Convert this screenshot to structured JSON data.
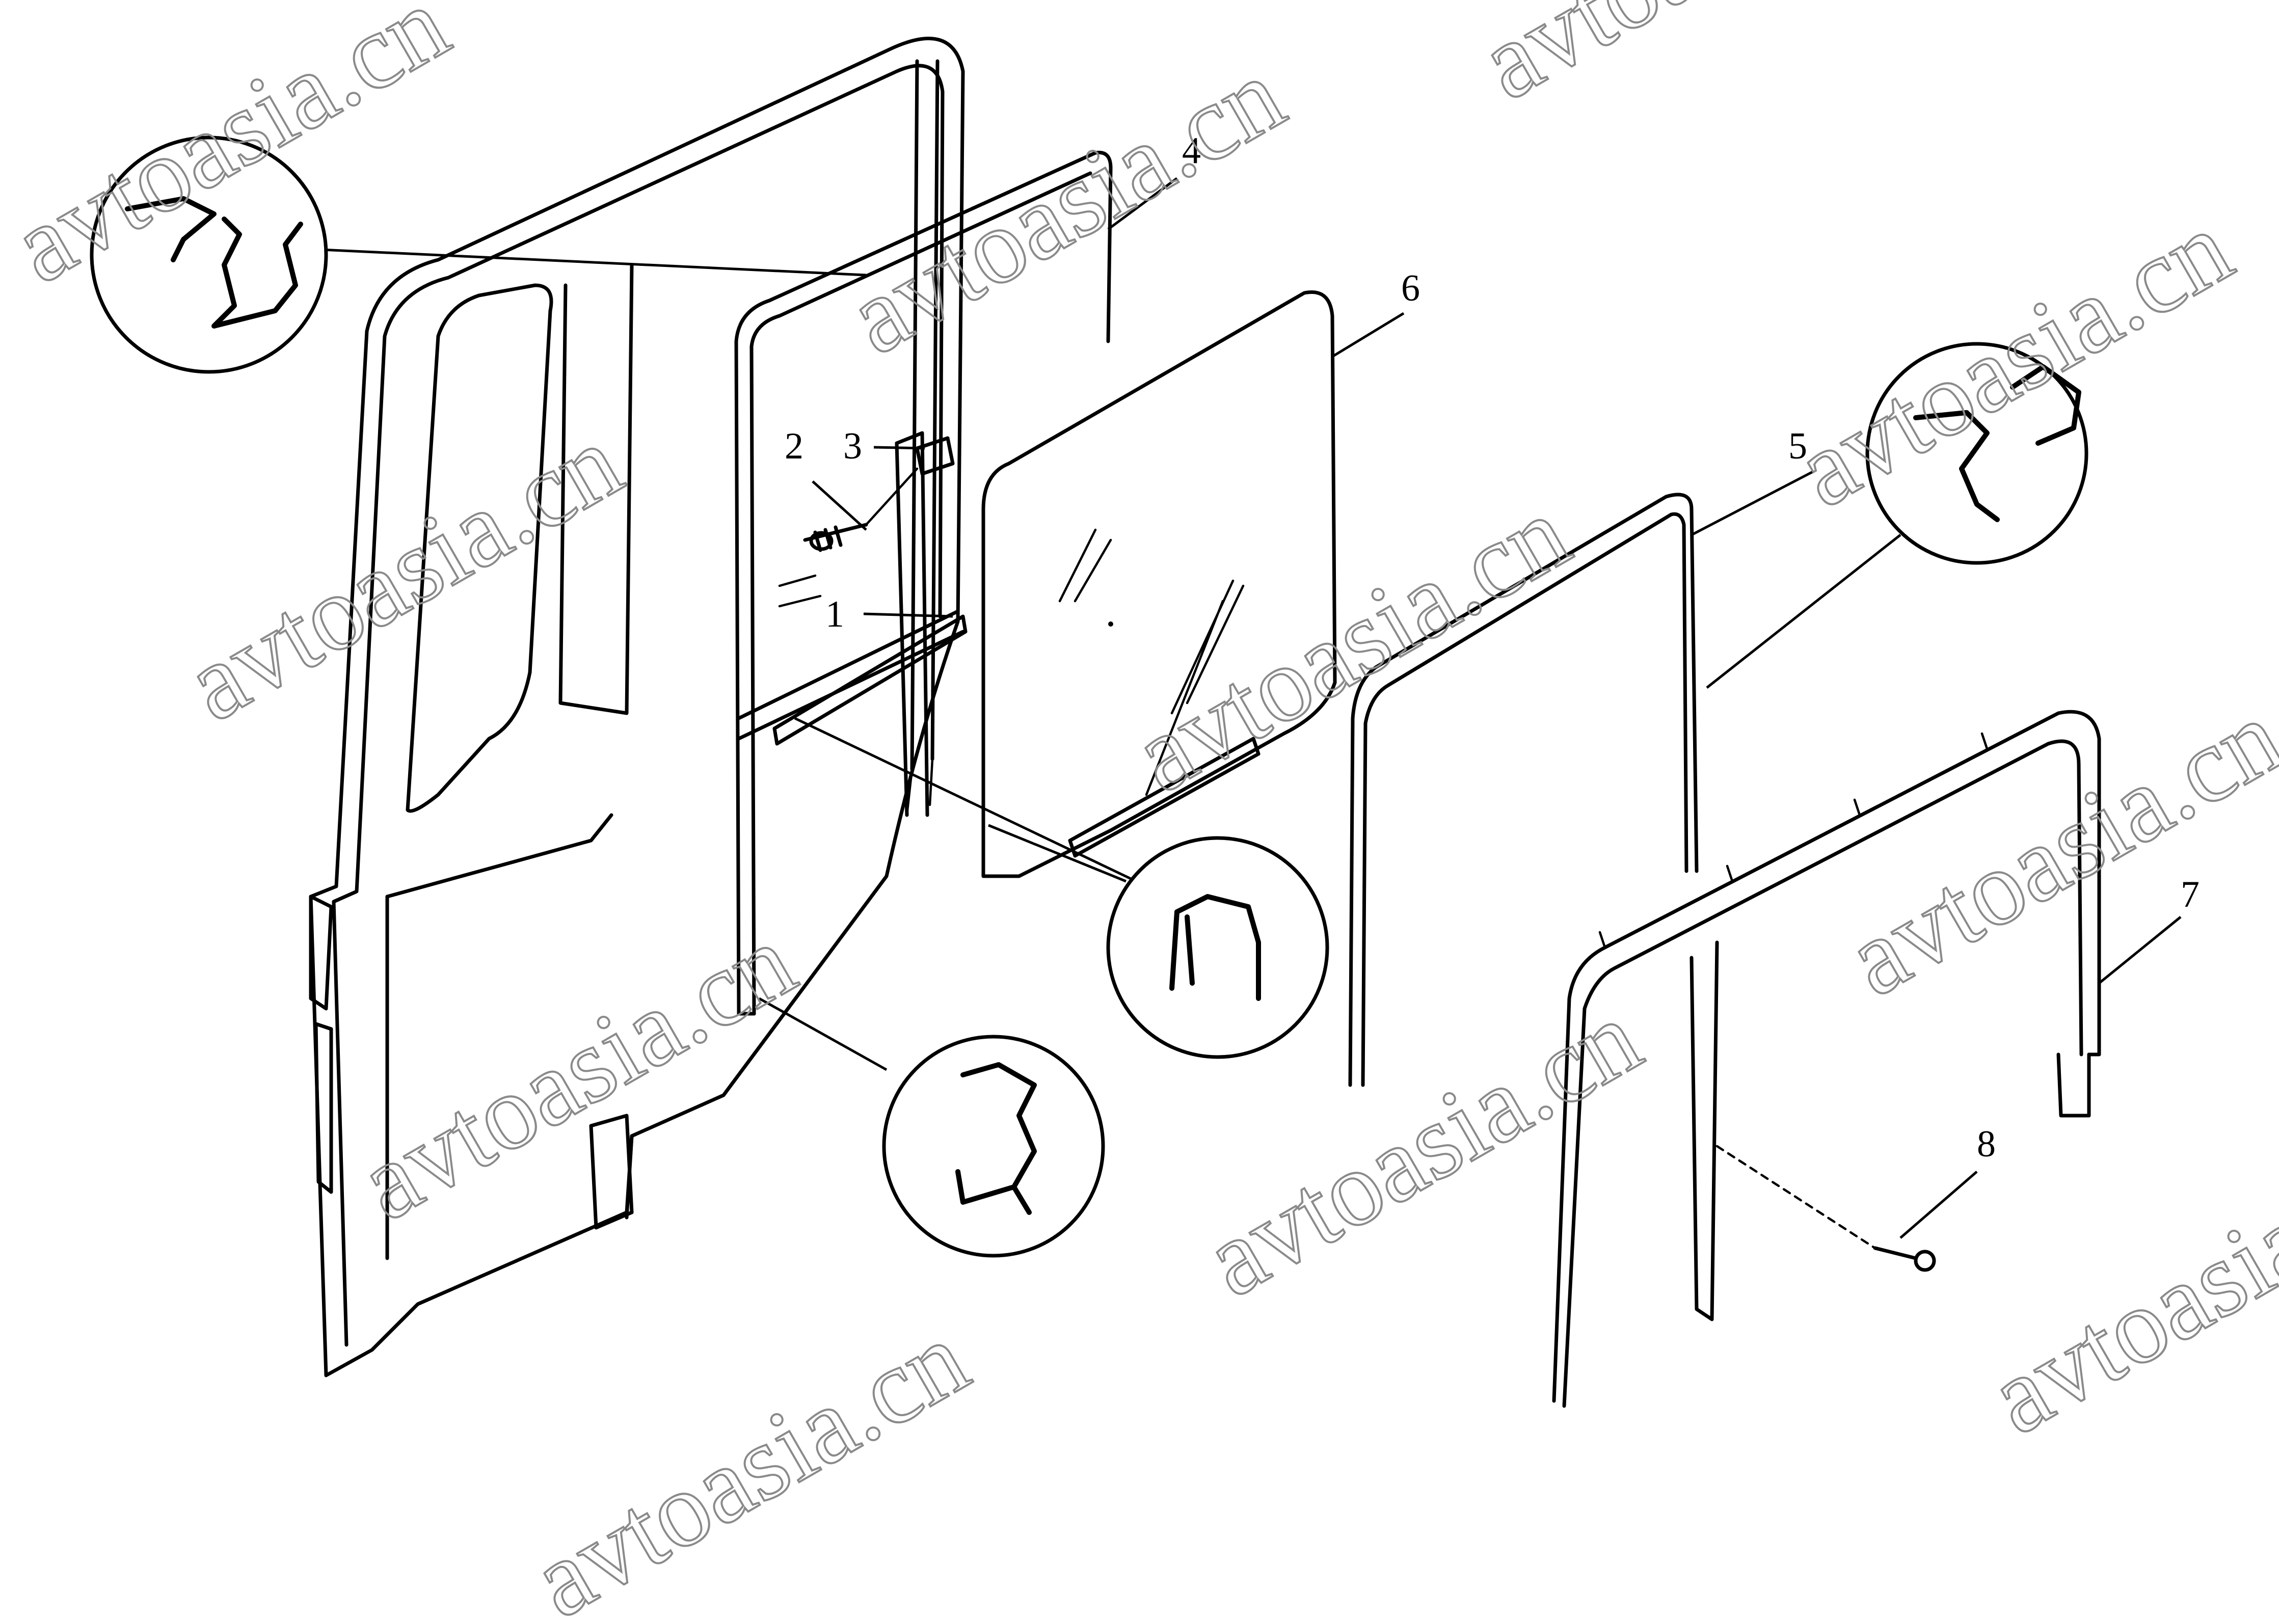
{
  "callouts": [
    {
      "id": "1",
      "text": "1"
    },
    {
      "id": "2",
      "text": "2"
    },
    {
      "id": "3",
      "text": "3"
    },
    {
      "id": "4",
      "text": "4"
    },
    {
      "id": "5",
      "text": "5"
    },
    {
      "id": "6",
      "text": "6"
    },
    {
      "id": "7",
      "text": "7"
    },
    {
      "id": "8",
      "text": "8"
    }
  ],
  "watermark": "avtoasia.cn"
}
